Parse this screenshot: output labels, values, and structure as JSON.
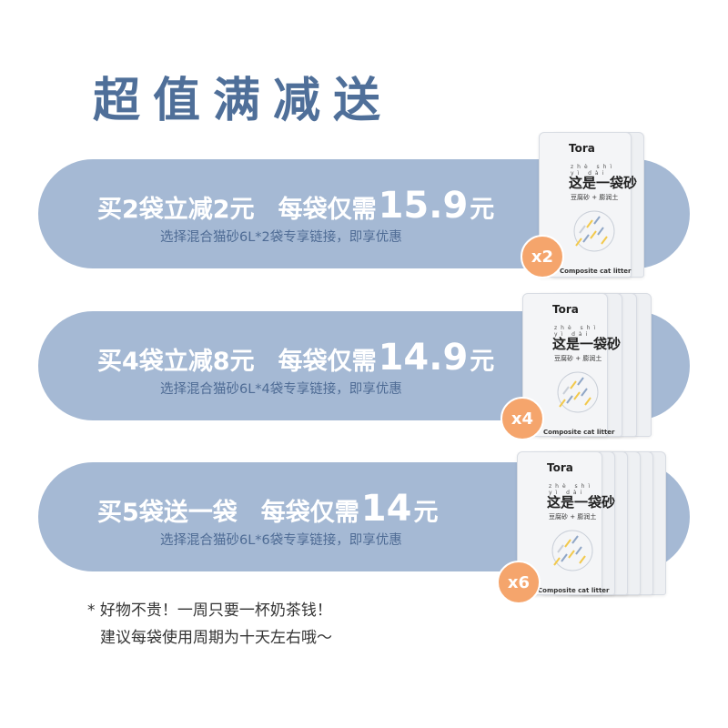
{
  "title": "超值满减送",
  "offers": [
    {
      "headline_part1": "买2袋立减2元",
      "headline_part2": "每袋仅需",
      "price": "15.9",
      "unit": "元",
      "sub": "选择混合猫砂6L*2袋专享链接，即享优惠",
      "badge": "x2"
    },
    {
      "headline_part1": "买4袋立减8元",
      "headline_part2": "每袋仅需",
      "price": "14.9",
      "unit": "元",
      "sub": "选择混合猫砂6L*4袋专享链接，即享优惠",
      "badge": "x4"
    },
    {
      "headline_part1": "买5袋送一袋",
      "headline_part2": "每袋仅需",
      "price": "14",
      "unit": "元",
      "sub": "选择混合猫砂6L*6袋专享链接，即享优惠",
      "badge": "x6"
    }
  ],
  "product": {
    "brand": "Tora",
    "pinyin": "zhè shì yì dài shā",
    "name": "这是一袋砂",
    "tag": "豆腐砂 + 膨润土",
    "english": "Composite cat litter"
  },
  "note": {
    "line1": "* 好物不贵！一周只要一杯奶茶钱！",
    "line2": "建议每袋使用周期为十天左右哦～"
  },
  "colors": {
    "title": "#4f6f99",
    "pill": "#a5b9d4",
    "subtext": "#4e6b94",
    "badge": "#f5a56c"
  }
}
